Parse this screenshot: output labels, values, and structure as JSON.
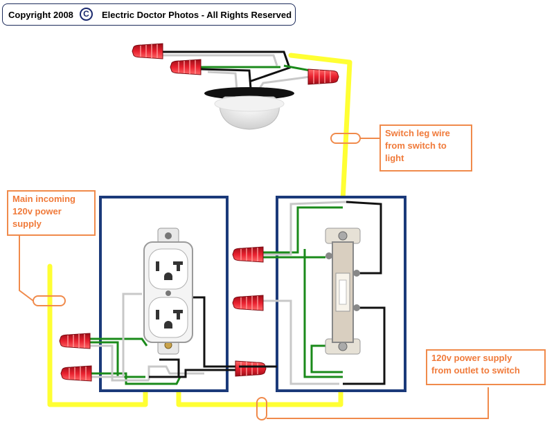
{
  "copyright": {
    "left": "Copyright 2008",
    "symbol": "C",
    "right": "Electric Doctor Photos - All Rights Reserved"
  },
  "labels": {
    "switch_leg": [
      "Switch leg wire",
      "from switch to",
      "light"
    ],
    "main_supply": [
      "Main incoming",
      "120v power",
      "supply"
    ],
    "outlet_to_switch": [
      "120v power supply",
      "from outlet to switch"
    ]
  },
  "colors": {
    "box_border": "#1b3a7a",
    "hot_wire": "#111111",
    "neutral_wire": "#c8c8c8",
    "ground_wire": "#1a8a1a",
    "cable_sheath": "#ffff33",
    "wire_nut": "#e8202e",
    "label_accent": "#f07a3a"
  },
  "icons": {
    "light_fixture": "ceiling-light-fixture-icon",
    "receptacle": "duplex-receptacle-icon",
    "switch": "single-pole-switch-icon",
    "wire_nut": "wire-nut-icon"
  }
}
